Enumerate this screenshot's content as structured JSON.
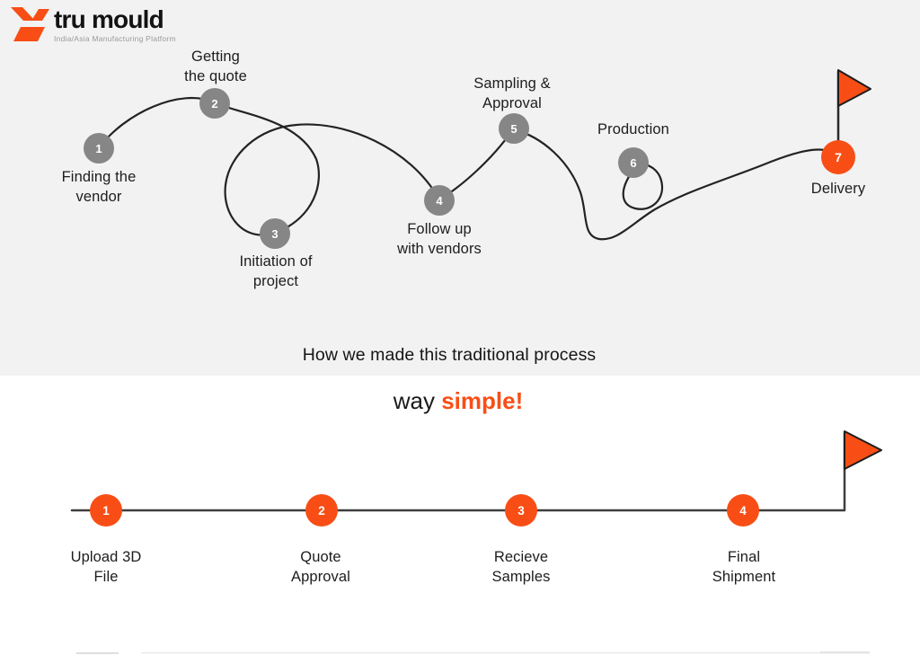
{
  "logo": {
    "brand_part1": "tru",
    "brand_part2": "mould",
    "tagline": "India/Asia Manufacturing Platform"
  },
  "traditional": {
    "heading": "How we made this traditional process",
    "steps": [
      {
        "num": "1",
        "lines": [
          "Finding the",
          "vendor"
        ]
      },
      {
        "num": "2",
        "lines": [
          "Getting",
          "the quote"
        ]
      },
      {
        "num": "3",
        "lines": [
          "Initiation of",
          "project"
        ]
      },
      {
        "num": "4",
        "lines": [
          "Follow up",
          "with vendors"
        ]
      },
      {
        "num": "5",
        "lines": [
          "Sampling &",
          "Approval"
        ]
      },
      {
        "num": "6",
        "lines": [
          "Production"
        ]
      },
      {
        "num": "7",
        "lines": [
          "Delivery"
        ]
      }
    ]
  },
  "simple": {
    "heading_plain": "way",
    "heading_accent": "simple!",
    "steps": [
      {
        "num": "1",
        "lines": [
          "Upload 3D",
          "File"
        ]
      },
      {
        "num": "2",
        "lines": [
          "Quote",
          "Approval"
        ]
      },
      {
        "num": "3",
        "lines": [
          "Recieve",
          "Samples"
        ]
      },
      {
        "num": "4",
        "lines": [
          "Final",
          "Shipment"
        ]
      }
    ]
  },
  "colors": {
    "accent_orange": "#F84E16",
    "node_gray": "#868686",
    "top_section_bg": "#F2F2F2",
    "path_stroke": "#232323"
  }
}
